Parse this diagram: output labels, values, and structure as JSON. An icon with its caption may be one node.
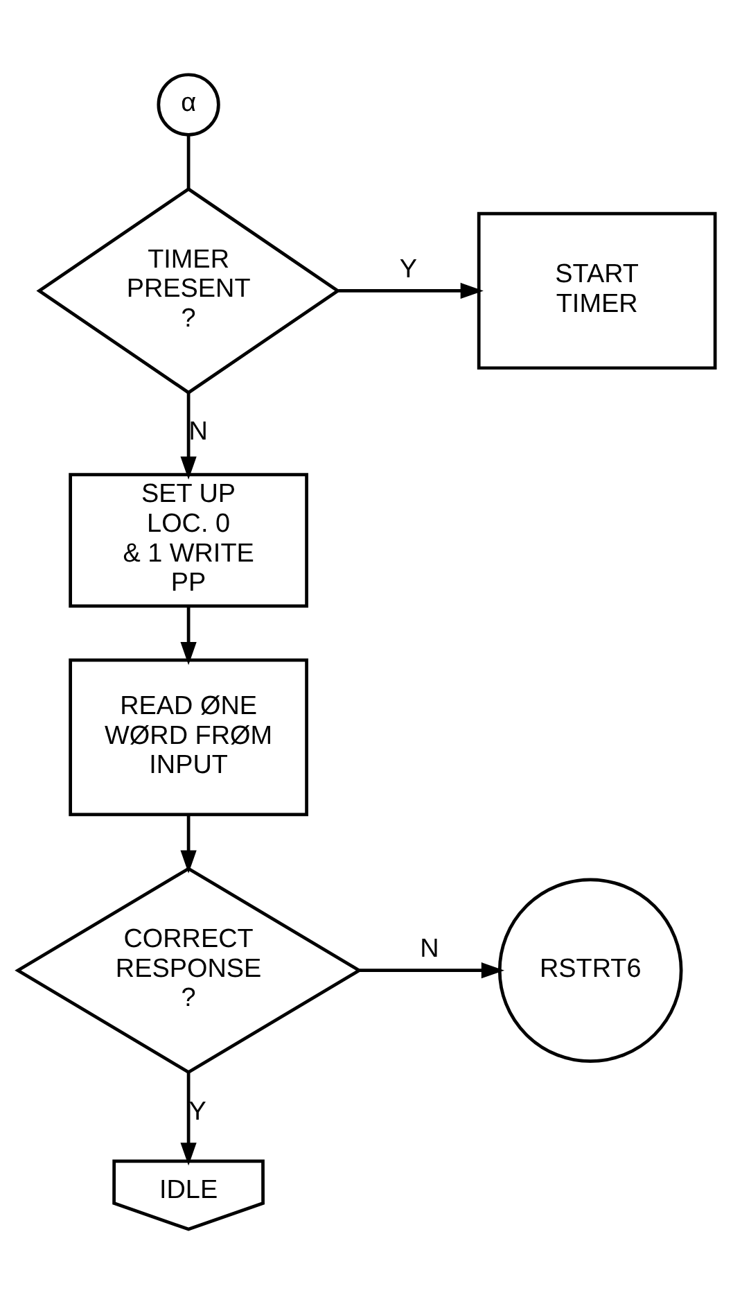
{
  "diagram": {
    "nodes": [
      {
        "text": [
          "α"
        ]
      },
      {
        "text": [
          "TIMER PRESENT ?"
        ]
      },
      {
        "text": [
          "START TIMER"
        ]
      },
      {
        "text": [
          "SET UP LOC. 0 & 1 WRITE PP"
        ]
      },
      {
        "text": [
          "READ ØNE WØRD FRØM INPUT"
        ]
      },
      {
        "text": [
          "CORRECT RESPONSE ?"
        ]
      },
      {
        "text": [
          "RSTRT6"
        ]
      },
      {
        "text": [
          "IDLE"
        ]
      }
    ],
    "edges": [
      {
        "from": 0,
        "to": 1,
        "arrow": "none"
      },
      {
        "from": 1,
        "to": 2,
        "arrow": "to",
        "label": "Y"
      },
      {
        "from": 1,
        "to": 3,
        "arrow": "to",
        "label": "N"
      },
      {
        "from": 3,
        "to": 4,
        "arrow": "to"
      },
      {
        "from": 4,
        "to": 5,
        "arrow": "to"
      },
      {
        "from": 5,
        "to": 6,
        "arrow": "to",
        "label": "N"
      },
      {
        "from": 5,
        "to": 7,
        "arrow": "to",
        "label": "Y"
      }
    ]
  }
}
